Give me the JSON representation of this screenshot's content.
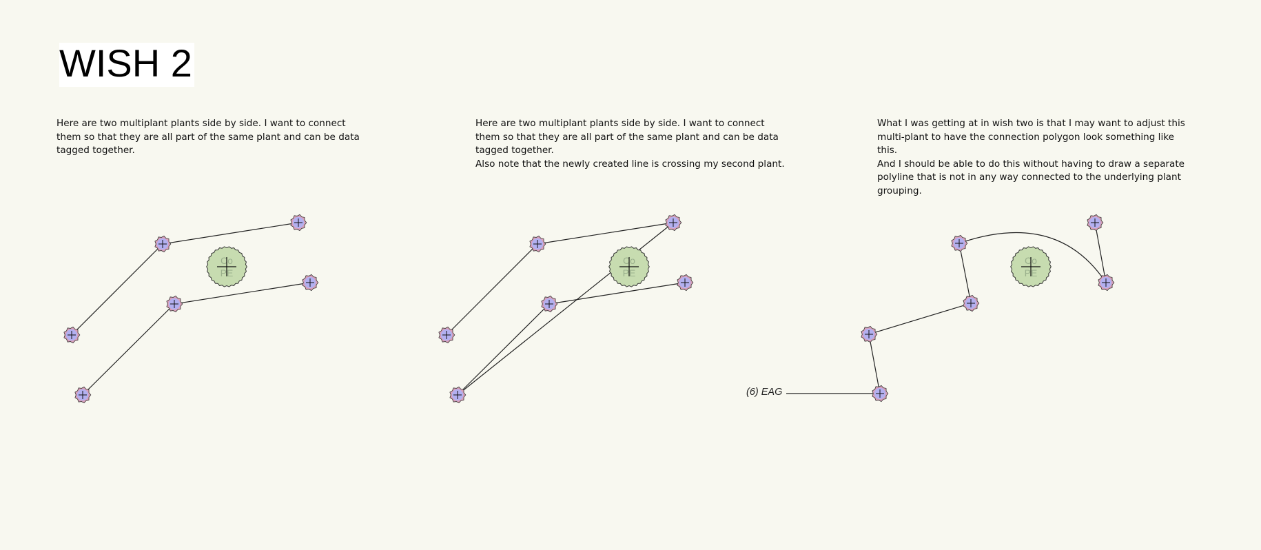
{
  "title": "WISH 2",
  "notes": {
    "left": [
      "Here are two multiplant plants side by side. I want to connect",
      "them so that they are all part of the same plant and can be data",
      "tagged together."
    ],
    "middle": [
      "Here are two multiplant plants side by side. I want to connect",
      "them so that they are all part of the same plant and can be data",
      "tagged together.",
      "Also note that the newly created line is crossing my second plant."
    ],
    "right": [
      "What I was getting at in wish two is that I may want to adjust this",
      "multi-plant to have the connection polygon look something like",
      "this.",
      "And I should be able to do this without having to draw a separate",
      "polyline that is not in any way connected to the underlying plant",
      "grouping."
    ]
  },
  "tag_label": "(6) EAG",
  "plant_label": {
    "line1": "Co",
    "line2": "PE"
  },
  "colors": {
    "background": "#f8f8f0",
    "small_plant_fill": "#b3b0f0",
    "small_plant_rim": "#d9a0b8",
    "large_plant_fill": "#c7dcb0",
    "large_plant_label": "#9ab08c",
    "line": "#222222"
  },
  "icons": [
    "small-plant-symbol-icon",
    "large-plant-symbol-icon"
  ]
}
